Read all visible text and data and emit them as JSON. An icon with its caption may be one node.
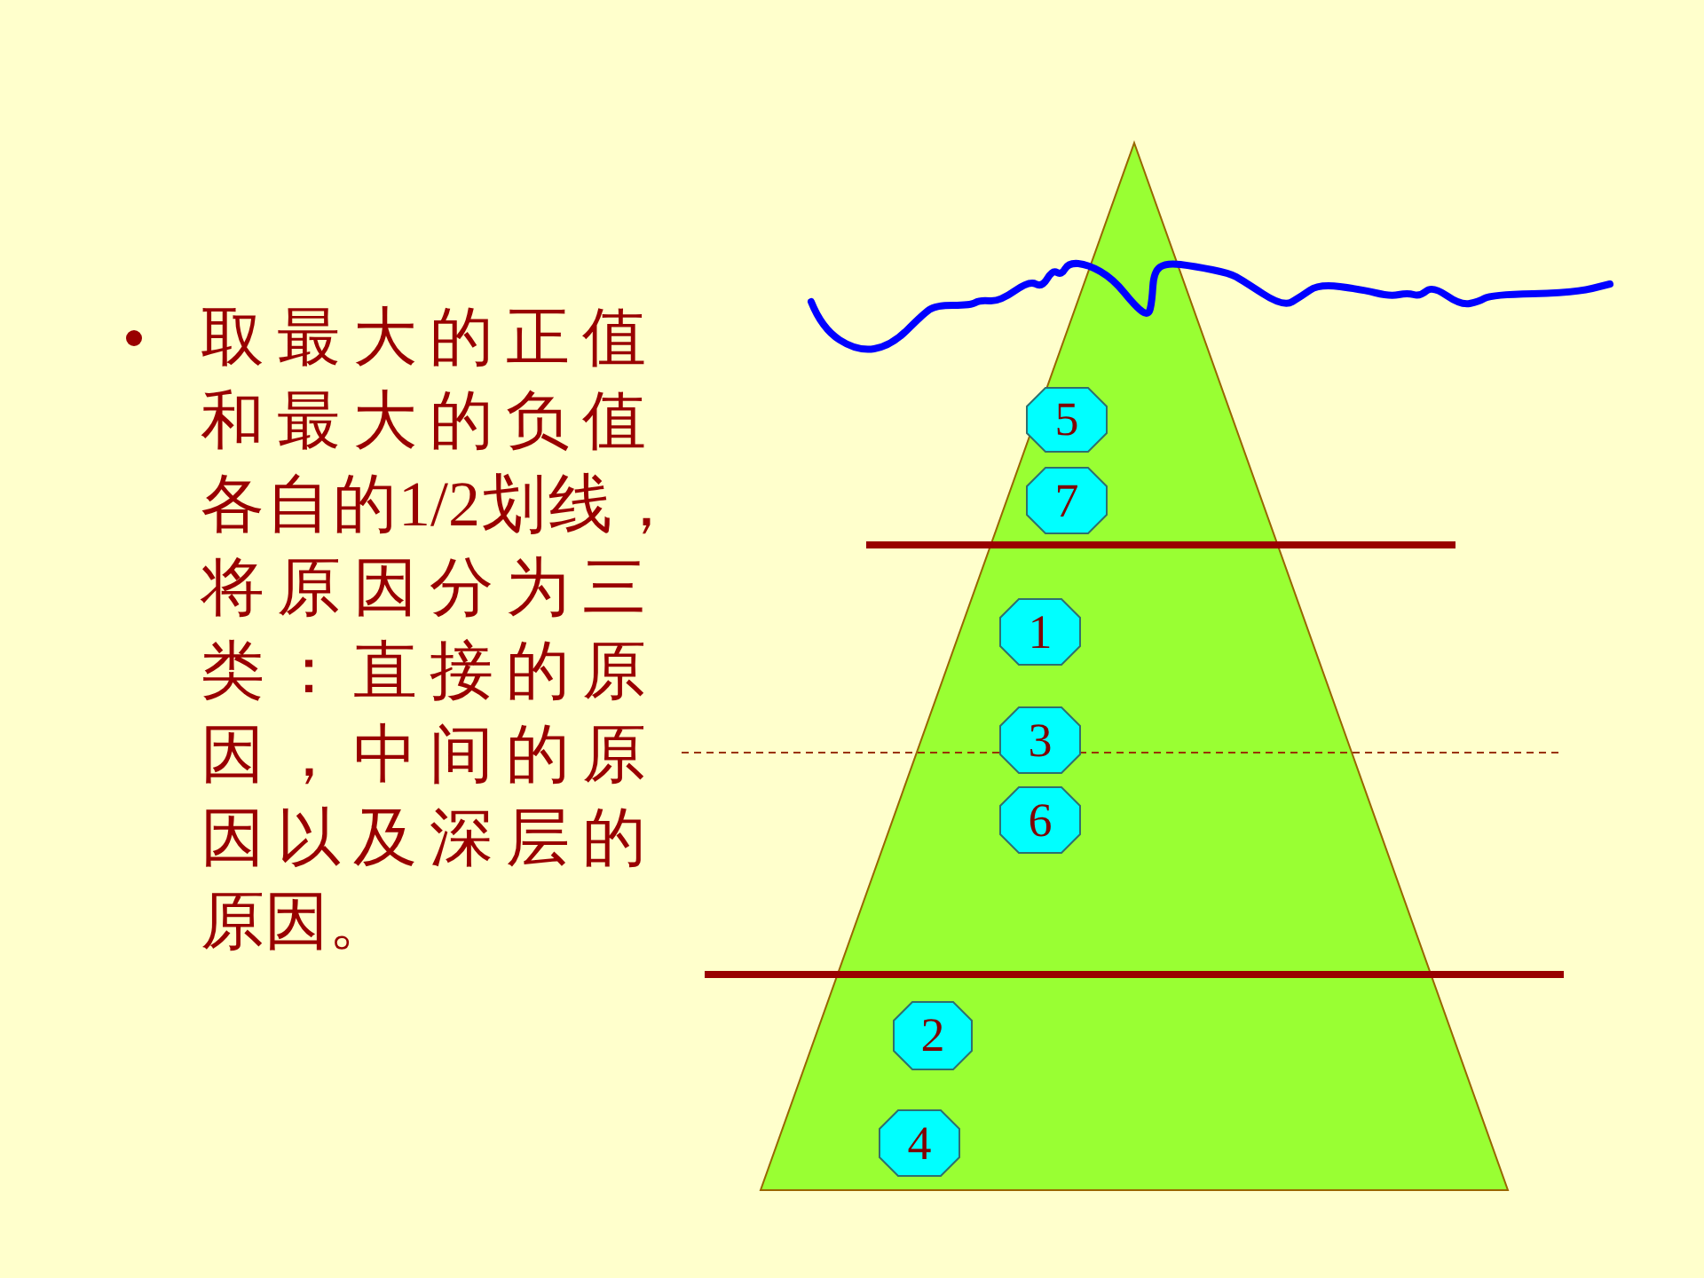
{
  "diagram": {
    "nodes": [
      {
        "text": [],
        "shape": "triangle"
      },
      {
        "text": [
          "5"
        ],
        "in": 0
      },
      {
        "text": [
          "7"
        ],
        "in": 0
      },
      {
        "text": [
          "1"
        ],
        "in": 0
      },
      {
        "text": [
          "3"
        ],
        "in": 0
      },
      {
        "text": [
          "6"
        ],
        "in": 0
      },
      {
        "text": [
          "2"
        ],
        "in": 0
      },
      {
        "text": [
          "4"
        ],
        "in": 0
      }
    ],
    "labels": [
      "取最大的正值和最大的负值各自的1/2划线，将原因分为三类：直接的原因，中间的原因以及深层的原因。"
    ]
  }
}
